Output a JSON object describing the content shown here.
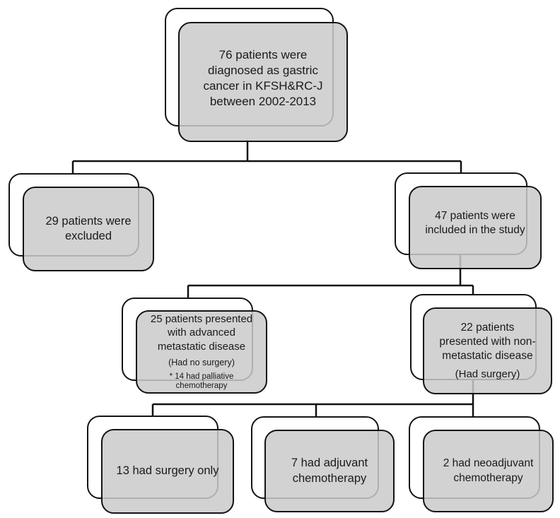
{
  "colors": {
    "background": "#ffffff",
    "box_fill": "rgba(202,202,202,0.85)",
    "box_border": "#141414",
    "connector": "#111111",
    "text": "#1a1a1a"
  },
  "nodes": {
    "diagnosed": {
      "text": "76 patients were\ndiagnosed as gastric\ncancer in KFSH&RC-J\nbetween 2002-2013"
    },
    "excluded": {
      "text": "29 patients were\nexcluded"
    },
    "included": {
      "text": "47 patients were\nincluded in the study"
    },
    "metastatic": {
      "text": "25 patients presented\nwith advanced\nmetastatic disease",
      "note1": "(Had no surgery)",
      "note2": "* 14 had palliative\nchemotherapy"
    },
    "non_metastatic": {
      "text": "22 patients\npresented with non-\nmetastatic disease",
      "note1": "(Had surgery)"
    },
    "surgery_only": {
      "text": "13 had surgery only"
    },
    "adjuvant": {
      "text": "7 had adjuvant\nchemotherapy"
    },
    "neoadjuvant": {
      "text": "2 had neoadjuvant\nchemotherapy"
    }
  }
}
